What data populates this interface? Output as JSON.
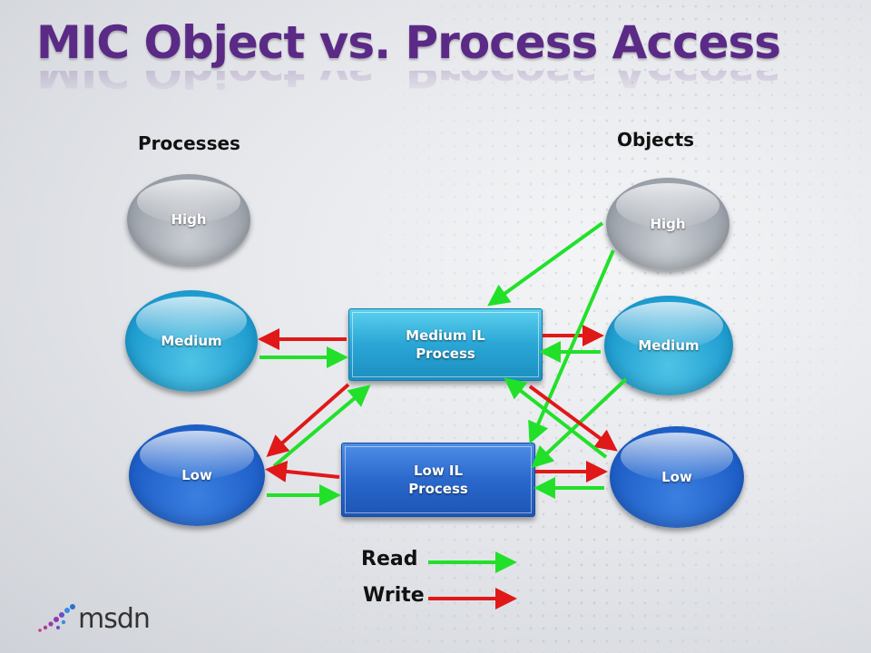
{
  "title": "MIC Object vs. Process Access",
  "processes": {
    "heading": "Processes",
    "high": "High",
    "medium": "Medium",
    "low": "Low"
  },
  "objects": {
    "heading": "Objects",
    "high": "High",
    "medium": "Medium",
    "low": "Low"
  },
  "medium_il_process": {
    "line1": "Medium IL",
    "line2": "Process"
  },
  "low_il_process": {
    "line1": "Low IL",
    "line2": "Process"
  },
  "legend": {
    "read": "Read",
    "write": "Write"
  },
  "colors": {
    "read": "#22e02a",
    "write": "#e01818",
    "title": "#5b2a86"
  },
  "logo": {
    "text": "msdn"
  }
}
